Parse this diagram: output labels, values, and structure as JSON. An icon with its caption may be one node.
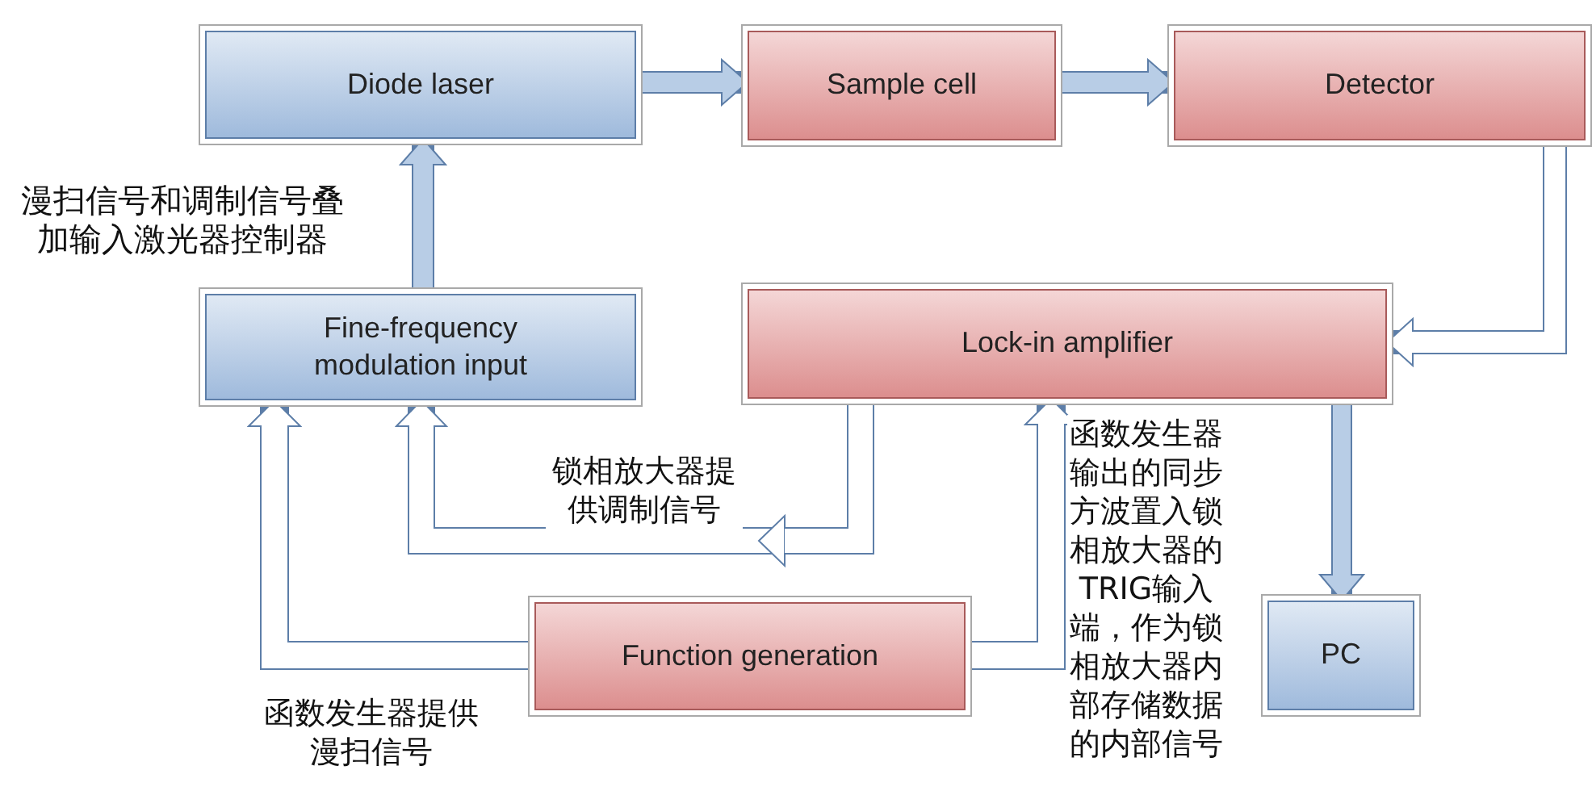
{
  "diagram": {
    "nodes": [
      {
        "text": [
          "Diode laser"
        ]
      },
      {
        "text": [
          "Sample cell"
        ]
      },
      {
        "text": [
          "Detector"
        ]
      },
      {
        "text": [
          "Fine-frequency modulation input"
        ]
      },
      {
        "text": [
          "Lock-in amplifier"
        ]
      },
      {
        "text": [
          "Function generation"
        ]
      },
      {
        "text": [
          "PC"
        ]
      }
    ],
    "edges": [
      {
        "from": 0,
        "to": 1,
        "arrow": "to"
      },
      {
        "from": 1,
        "to": 2,
        "arrow": "to"
      },
      {
        "from": 3,
        "to": 0,
        "arrow": "to",
        "label": "漫扫信号和调制信号叠加输入激光器控制器"
      },
      {
        "from": 2,
        "to": 4,
        "arrow": "to"
      },
      {
        "from": 4,
        "to": 6,
        "arrow": "to"
      },
      {
        "from": 4,
        "to": 3,
        "arrow": "to",
        "label": "锁相放大器提供调制信号"
      },
      {
        "from": 5,
        "to": 3,
        "arrow": "to",
        "label": "函数发生器提供漫扫信号"
      },
      {
        "from": 5,
        "to": 4,
        "arrow": "to",
        "label": "函数发生器输出的同步方波置入锁相放大器的TRIG输入端，作为锁相放大器内部存储数据的内部信号"
      }
    ]
  }
}
